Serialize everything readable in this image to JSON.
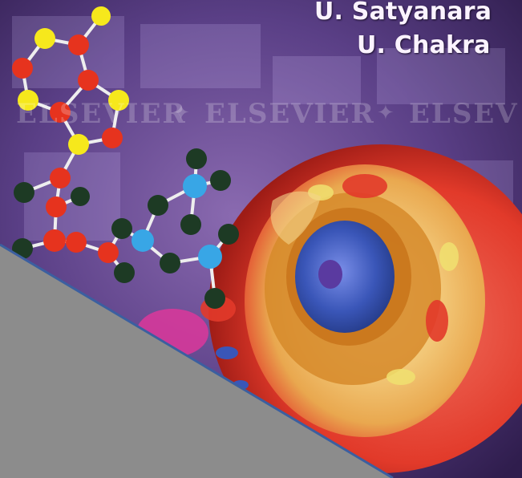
{
  "cover": {
    "authors": [
      "U. Satyanara",
      "U. Chakra"
    ],
    "watermark": [
      "ELSEVIER",
      "ELSEVIER",
      "ELSEV"
    ]
  },
  "colors": {
    "background": "#4a3470",
    "overlay": "#8c8c8c",
    "overlay_edge": "#3b5fa0",
    "atom_yellow": "#f6e81c",
    "atom_red": "#e6331e",
    "atom_dark": "#1d3a24",
    "atom_blue": "#38a6e6",
    "cell_membrane": "#e23a2a",
    "nucleus": "#3a56b8"
  },
  "icons": [
    "molecule-model",
    "cell-illustration"
  ]
}
